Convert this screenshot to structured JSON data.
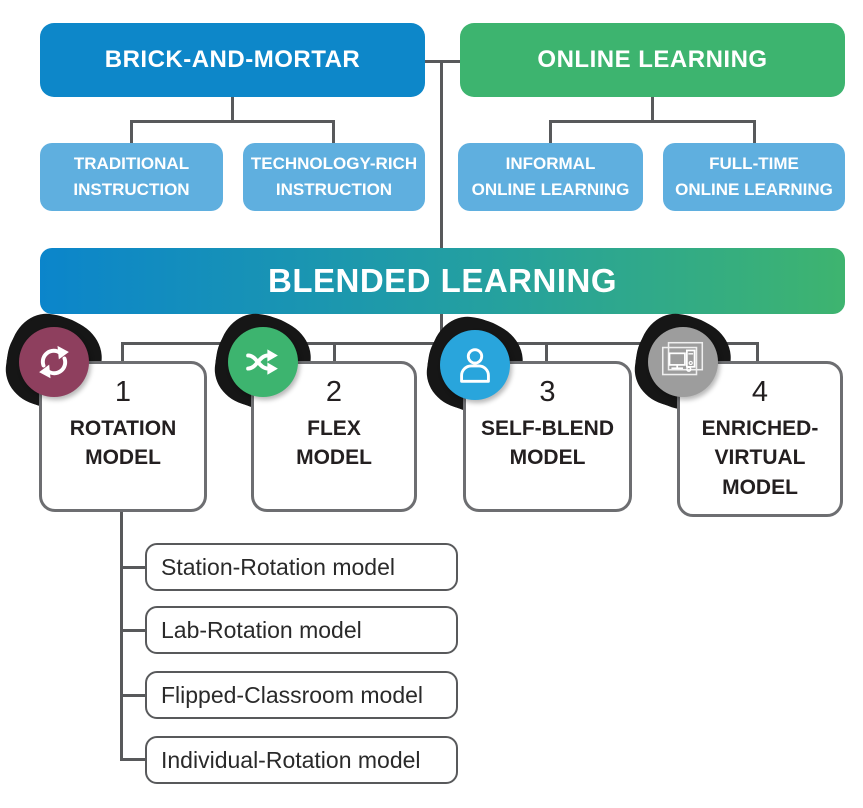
{
  "colors": {
    "brick_blue": "#0d87c9",
    "online_green": "#3db46f",
    "light_blue": "#5fafdf",
    "blend_gradient_left": "#0b85cb",
    "blend_gradient_right": "#3eb46f",
    "connector_gray": "#58595b",
    "card_border_gray": "#6d6e71",
    "badge_ring_black": "#161616"
  },
  "top": {
    "brick_label": "BRICK-AND-MORTAR",
    "online_label": "ONLINE LEARNING",
    "brick_children": [
      {
        "lines": [
          "TRADITIONAL",
          "INSTRUCTION"
        ]
      },
      {
        "lines": [
          "TECHNOLOGY-RICH",
          "INSTRUCTION"
        ]
      }
    ],
    "online_children": [
      {
        "lines": [
          "INFORMAL",
          "ONLINE LEARNING"
        ]
      },
      {
        "lines": [
          "FULL-TIME",
          "ONLINE LEARNING"
        ]
      }
    ]
  },
  "blended_label": "BLENDED LEARNING",
  "models": [
    {
      "number": "1",
      "name_lines": [
        "ROTATION",
        "MODEL"
      ],
      "icon": "sync-icon",
      "color": "#8e3f5e"
    },
    {
      "number": "2",
      "name_lines": [
        "FLEX",
        "MODEL"
      ],
      "icon": "shuffle-icon",
      "color": "#3db46f"
    },
    {
      "number": "3",
      "name_lines": [
        "SELF-BLEND",
        "MODEL"
      ],
      "icon": "person-icon",
      "color": "#29a5dc"
    },
    {
      "number": "4",
      "name_lines": [
        "ENRICHED-",
        "VIRTUAL",
        "MODEL"
      ],
      "icon": "computer-icon",
      "color": "#9d9d9d"
    }
  ],
  "rotation_submodels": [
    {
      "label": "Station-Rotation model"
    },
    {
      "label": "Lab-Rotation model"
    },
    {
      "label": "Flipped-Classroom model"
    },
    {
      "label": "Individual-Rotation model"
    }
  ]
}
